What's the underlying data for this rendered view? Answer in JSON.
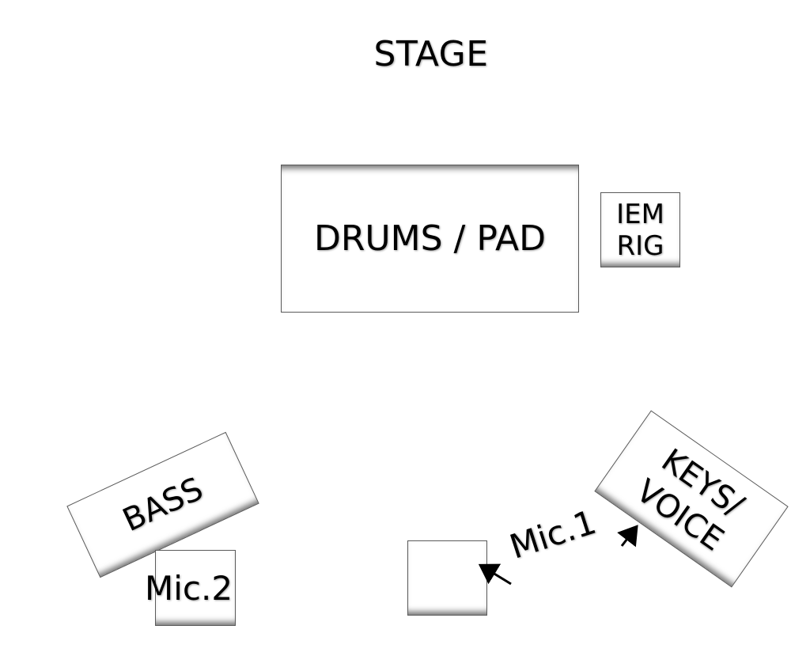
{
  "diagram": {
    "title": "STAGE",
    "drums_label": "DRUMS / PAD",
    "iem_line1": "IEM",
    "iem_line2": "RIG",
    "bass_label": "BASS",
    "keys_line1": "KEYS/",
    "keys_line2": "VOICE",
    "mic2_label": "Mic.2",
    "mic1_label": "Mic.1"
  }
}
